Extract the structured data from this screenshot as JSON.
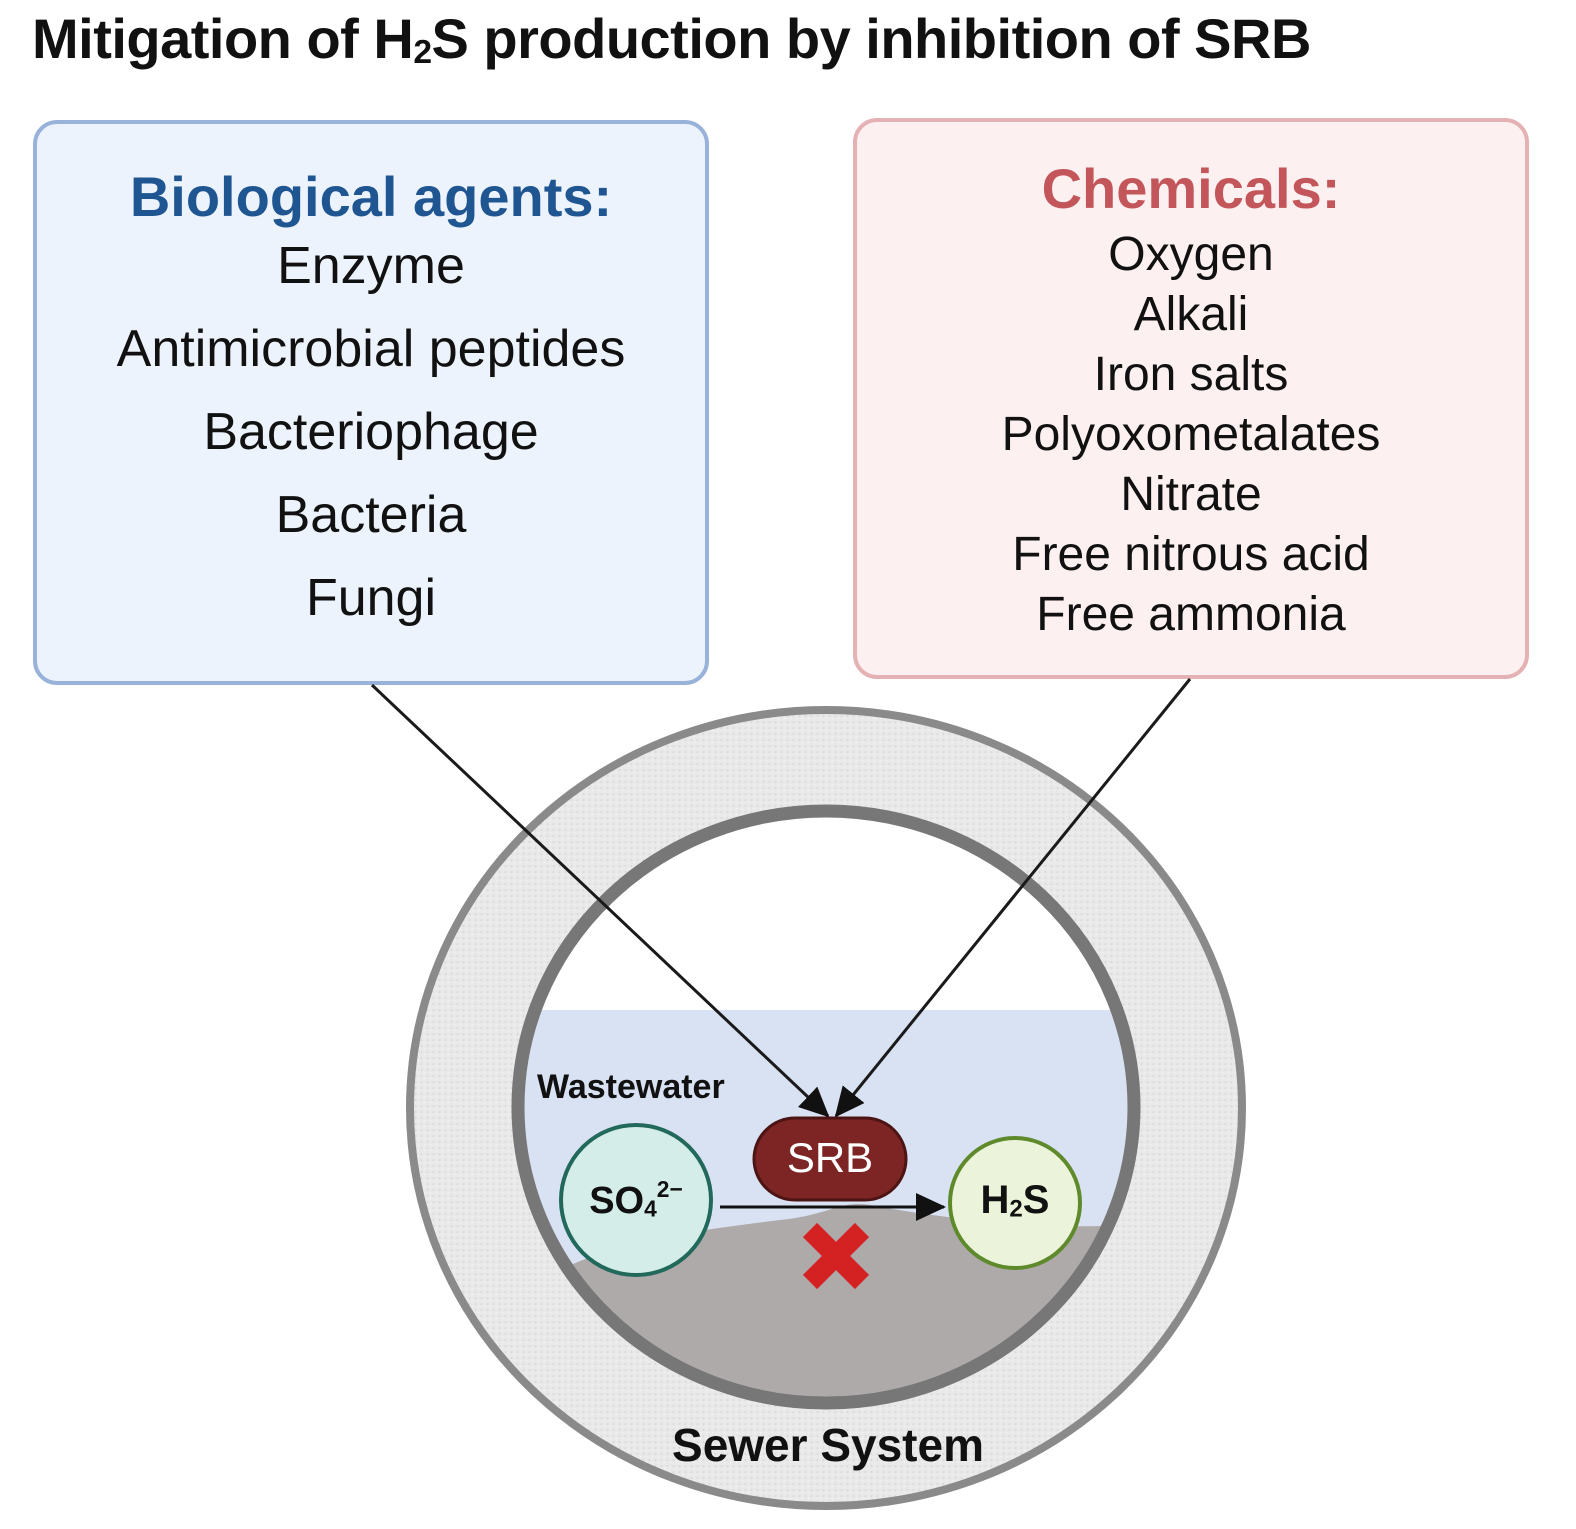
{
  "title": {
    "pre": "Mitigation of H",
    "sub": "2",
    "post": "S production by inhibition of SRB"
  },
  "biological": {
    "heading": "Biological agents:",
    "items": [
      "Enzyme",
      "Antimicrobial peptides",
      "Bacteriophage",
      "Bacteria",
      "Fungi"
    ]
  },
  "chemicals": {
    "heading": "Chemicals:",
    "items": [
      "Oxygen",
      "Alkali",
      "Iron salts",
      "Polyoxometalates",
      "Nitrate",
      "Free nitrous acid",
      "Free ammonia"
    ]
  },
  "pipe": {
    "wastewater": "Wastewater",
    "srb": "SRB",
    "sulfate": {
      "base": "SO",
      "sub": "4",
      "sup": "2−"
    },
    "h2s": {
      "pre": "H",
      "sub": "2",
      "post": "S"
    },
    "system": "Sewer System"
  },
  "colors": {
    "bio_heading": "#1f5591",
    "chem_heading": "#c2565a",
    "srb": "#7d2424",
    "cross": "#d42222",
    "water": "#d9e2f3",
    "sludge": "#aeaaaa"
  }
}
